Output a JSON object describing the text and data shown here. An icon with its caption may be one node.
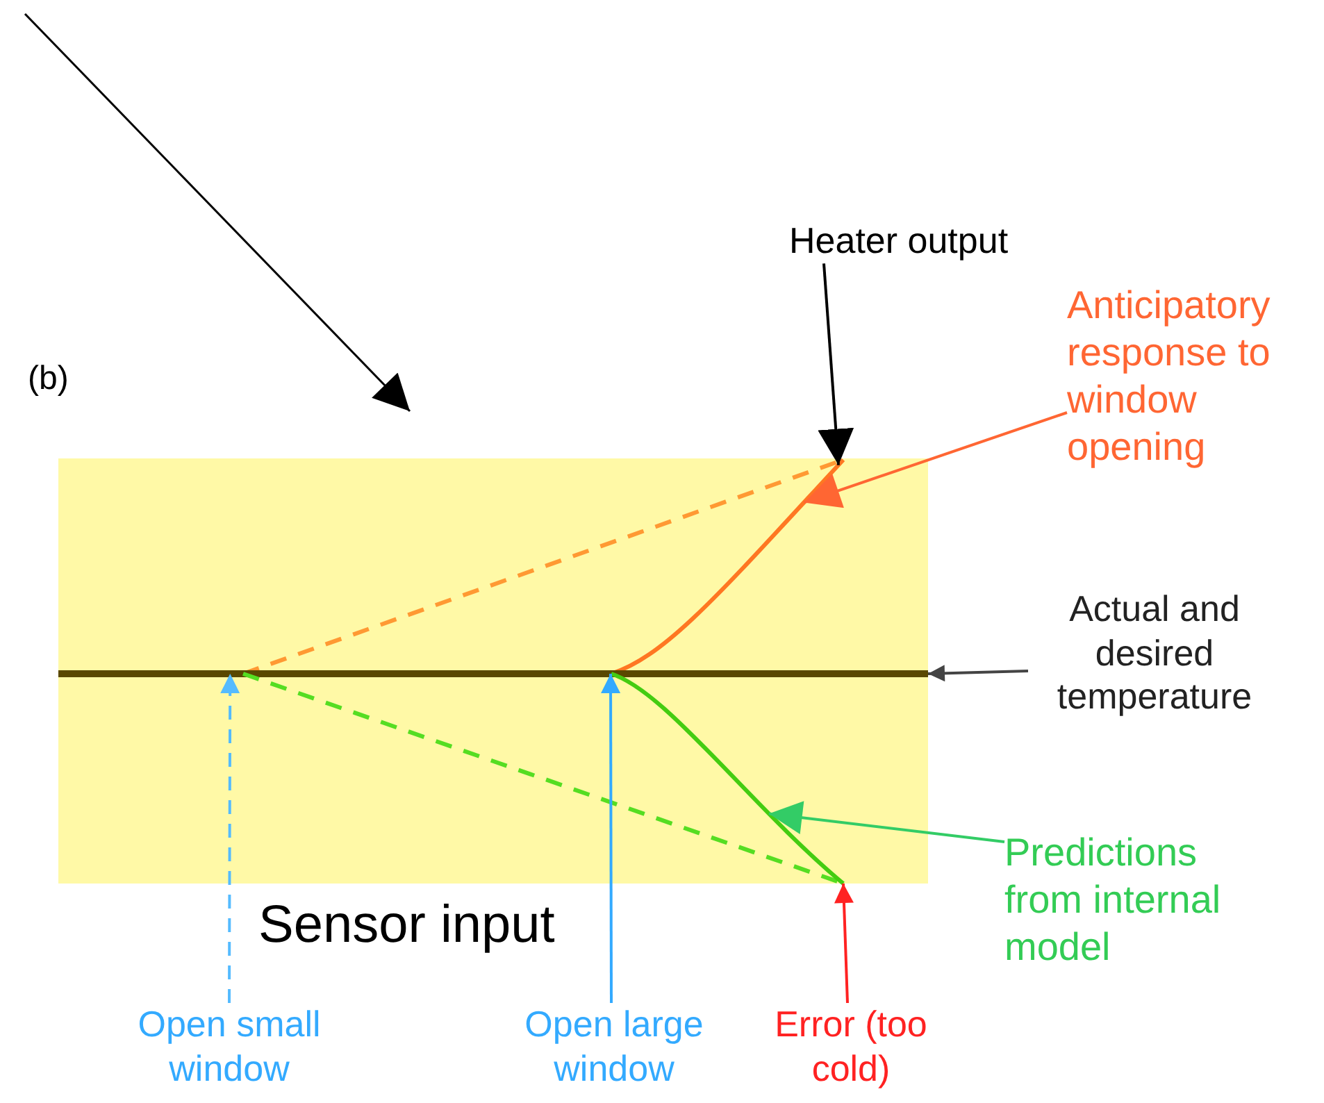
{
  "diagram": {
    "nodes": [
      {
        "text": [
          "Heater output"
        ]
      },
      {
        "text": [
          "Anticipatory response to window opening"
        ]
      },
      {
        "text": [
          "Actual and desired temperature"
        ]
      },
      {
        "text": [
          "Predictions from internal model"
        ]
      },
      {
        "text": [
          "Open small window"
        ]
      },
      {
        "text": [
          "Open large window"
        ]
      },
      {
        "text": [
          "Error (too cold)"
        ]
      },
      {
        "text": [],
        "shape": "line"
      },
      {
        "text": [],
        "shape": "line"
      },
      {
        "text": [],
        "shape": "line"
      }
    ],
    "edges": [
      {
        "from": 0,
        "to": 7,
        "arrow": "to"
      },
      {
        "from": 1,
        "to": 7,
        "arrow": "to",
        "color": "#ff6633"
      },
      {
        "from": 2,
        "to": 8,
        "arrow": "to",
        "color": "#444444"
      },
      {
        "from": 3,
        "to": 9,
        "arrow": "to",
        "color": "#33cc66"
      },
      {
        "from": 4,
        "to": 8,
        "arrow": "to",
        "style": "dashed",
        "color": "#55bbff"
      },
      {
        "from": 5,
        "to": 8,
        "arrow": "to",
        "color": "#33aaff"
      },
      {
        "from": 6,
        "to": 9,
        "arrow": "to",
        "color": "#ff2222"
      }
    ],
    "labels": [
      "(b)",
      "Sensor input"
    ]
  }
}
